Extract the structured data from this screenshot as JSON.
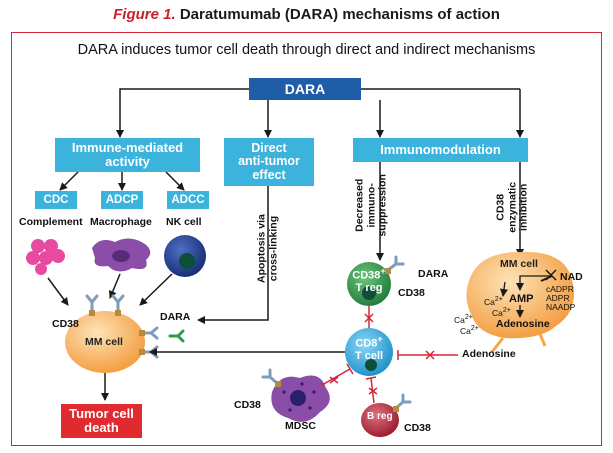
{
  "figure": {
    "number": "Figure 1.",
    "title": "Daratumumab (DARA) mechanisms of action",
    "subtitle": "DARA induces tumor cell death through direct and indirect mechanisms"
  },
  "boxes": {
    "dara": "DARA",
    "immune_line1": "Immune-mediated",
    "immune_line2": "activity",
    "direct_line1": "Direct",
    "direct_line2": "anti-tumor",
    "direct_line3": "effect",
    "immunomodulation": "Immunomodulation",
    "cdc": "CDC",
    "adcp": "ADCP",
    "adcc": "ADCC",
    "death_line1": "Tumor cell",
    "death_line2": "death"
  },
  "labels": {
    "complement": "Complement",
    "macrophage": "Macrophage",
    "nk_cell": "NK cell",
    "cd38": "CD38",
    "dara": "DARA",
    "mm_cell": "MM cell",
    "apoptosis_line1": "Apoptosis via",
    "apoptosis_line2": "cross-linking",
    "decreased_line1": "Decreased",
    "decreased_line2": "immuno-",
    "decreased_line3": "suppression",
    "enzymatic_line1": "CD38",
    "enzymatic_line2": "enzymatic",
    "enzymatic_line3": "inhibition",
    "treg_line1": "CD38",
    "treg_sup": "+",
    "treg_line2": "T reg",
    "cd8_line1": "CD8",
    "cd8_sup": "+",
    "cd8_line2": "T cell",
    "adenosine": "Adenosine",
    "mdsc": "MDSC",
    "breg": "B reg",
    "nad": "NAD",
    "amp": "AMP",
    "adenosine_inner": "Adenosine",
    "cadpr": "cADPR",
    "adpr": "ADPR",
    "naadp": "NAADP",
    "ca": "Ca",
    "ca_sup": "2+"
  },
  "colors": {
    "accent_red": "#d3273a",
    "dara_blue": "#1f5da8",
    "box_cyan": "#3bb3dc",
    "death_red": "#e02a2f",
    "mm_orange": "#f5a84a",
    "treg_green": "#2e9a4a",
    "tcell_blue": "#2aa7dd",
    "breg_red": "#b8283a"
  }
}
